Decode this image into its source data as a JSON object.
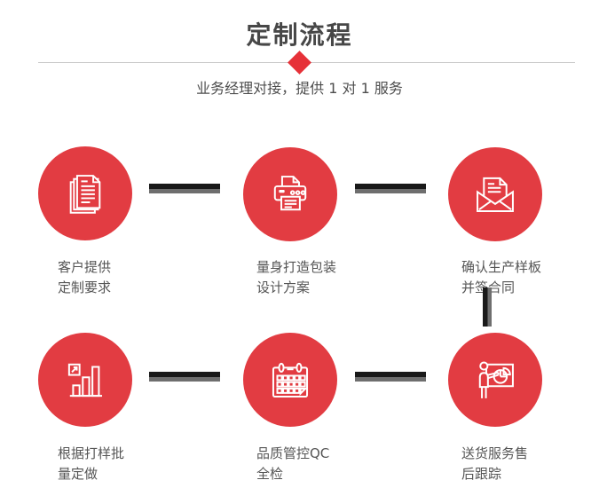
{
  "header": {
    "title": "定制流程",
    "subtitle": "业务经理对接，提供 1 对 1 服务"
  },
  "colors": {
    "accent_red": "#e23c42",
    "diamond_red": "#e63138",
    "title_text": "#474747",
    "label_text": "#555555",
    "connector_dark": "#191919",
    "connector_gray": "#6e6e6e",
    "divider_gray": "#cacaca",
    "icon_stroke": "#ffffff"
  },
  "steps": [
    {
      "id": 1,
      "icon": "documents-icon",
      "label_line1": "客户提供",
      "label_line2": "定制要求"
    },
    {
      "id": 2,
      "icon": "printer-icon",
      "label_line1": "量身打造包装",
      "label_line2": "设计方案"
    },
    {
      "id": 3,
      "icon": "envelope-icon",
      "label_line1": "确认生产样板",
      "label_line2": "并签合同"
    },
    {
      "id": 4,
      "icon": "bar-chart-icon",
      "label_line1": "根据打样批",
      "label_line2": "量定做"
    },
    {
      "id": 5,
      "icon": "calendar-icon",
      "label_line1": "品质管控QC",
      "label_line2": "全检"
    },
    {
      "id": 6,
      "icon": "presentation-icon",
      "label_line1": "送货服务售",
      "label_line2": "后跟踪"
    }
  ]
}
